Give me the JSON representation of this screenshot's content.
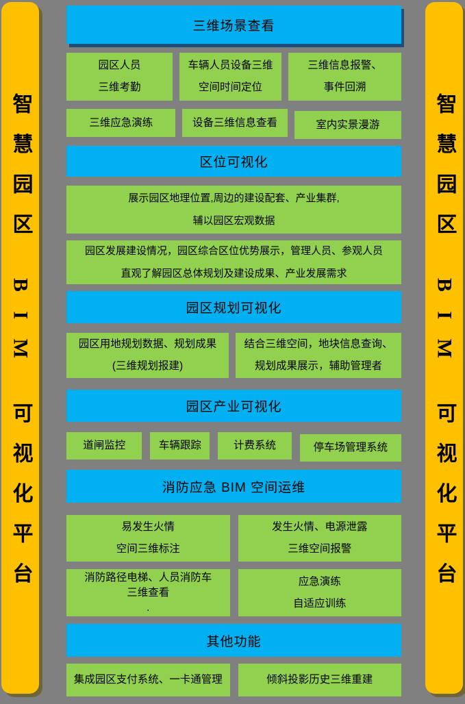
{
  "banner": {
    "text": "智慧园区 BIM 可视化平台"
  },
  "colors": {
    "bg": "#808080",
    "yellow": "#FFC000",
    "blue": "#00B0F0",
    "green": "#92D050",
    "header-shadow": "#1F4E79",
    "text": "#000000"
  },
  "sections": [
    {
      "header": "三维场景查看",
      "rows": [
        [
          "园区人员\n三维考勤",
          "车辆人员设备三维\n空间时间定位",
          "三维信息报警、\n事件回溯"
        ],
        [
          "三维应急演练",
          "设备三维信息查看",
          "室内实景漫游"
        ]
      ]
    },
    {
      "header": "区位可视化",
      "rows": [
        [
          "展示园区地理位置,周边的建设配套、产业集群,\n辅以园区宏观数据"
        ],
        [
          "园区发展建设情况，园区综合区位优势展示，管理人员、参观人员\n直观了解园区总体规划及建设成果、产业发展需求"
        ]
      ]
    },
    {
      "header": "园区规划可视化",
      "rows": [
        [
          "园区用地规划数据、规划成果\n(三维规划报建)",
          "结合三维空间，地块信息查询、\n规划成果展示，辅助管理者"
        ]
      ]
    },
    {
      "header": "园区产业可视化",
      "rows": [
        [
          "道闸监控",
          "车辆跟踪",
          "计费系统",
          "停车场管理系统"
        ]
      ]
    },
    {
      "header": "消防应急 BIM 空间运维",
      "rows": [
        [
          "易发生火情\n空间三维标注",
          "发生火情、电源泄露\n三维空间报警"
        ],
        [
          "消防路径电梯、人员消防车\n三维查看\n.",
          "应急演练\n自适应训练"
        ]
      ]
    },
    {
      "header": "其他功能",
      "rows": [
        [
          "集成园区支付系统、一卡通管理",
          "倾斜投影历史三维重建"
        ]
      ]
    }
  ]
}
